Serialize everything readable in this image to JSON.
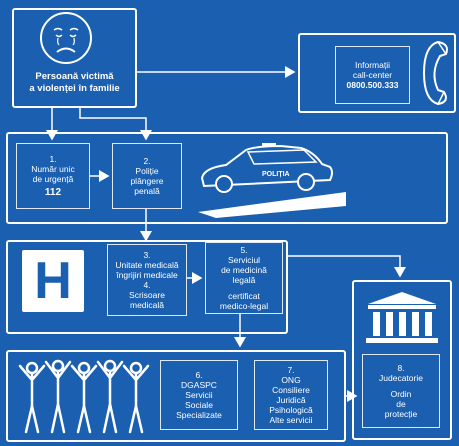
{
  "victim": {
    "label_line1": "Persoană victimă",
    "label_line2": "a violenței în familie"
  },
  "info": {
    "line1": "Informații",
    "line2": "call-center",
    "phone": "0800.500.333"
  },
  "step1": {
    "line1": "1.",
    "line2": "Număr unic",
    "line3": "de urgență",
    "number": "112"
  },
  "step2": {
    "line1": "2.",
    "line2": "Poliție",
    "line3": "plângere",
    "line4": "penală"
  },
  "car_text": "POLIȚIA",
  "step34": {
    "l1": "3.",
    "l2": "Unitate medicală",
    "l3": "îngrijiri medicale",
    "l4": "4.",
    "l5": "Scrisoare",
    "l6": "medicală"
  },
  "step5": {
    "l1": "5.",
    "l2": "Serviciul",
    "l3": "de medicină",
    "l4": "legală",
    "l5": "certificat",
    "l6": "medico-legal"
  },
  "hospital_letter": "H",
  "step6": {
    "l1": "6.",
    "l2": "DGASPC",
    "l3": "Servicii",
    "l4": "Sociale",
    "l5": "Specializate"
  },
  "step7": {
    "l1": "7.",
    "l2": "ONG",
    "l3": "Consiliere",
    "l4": "Juridică",
    "l5": "Psihologică",
    "l6": "Alte servicii"
  },
  "step8": {
    "l1": "8.",
    "l2": "Judecatorie",
    "l3": "Ordin",
    "l4": "de",
    "l5": "protecție"
  },
  "colors": {
    "background": "#1a5fb0",
    "line": "#ffffff"
  },
  "icons": [
    "sad-face-icon",
    "telephone-icon",
    "police-car-icon",
    "hospital-icon",
    "people-icon",
    "courthouse-icon"
  ]
}
